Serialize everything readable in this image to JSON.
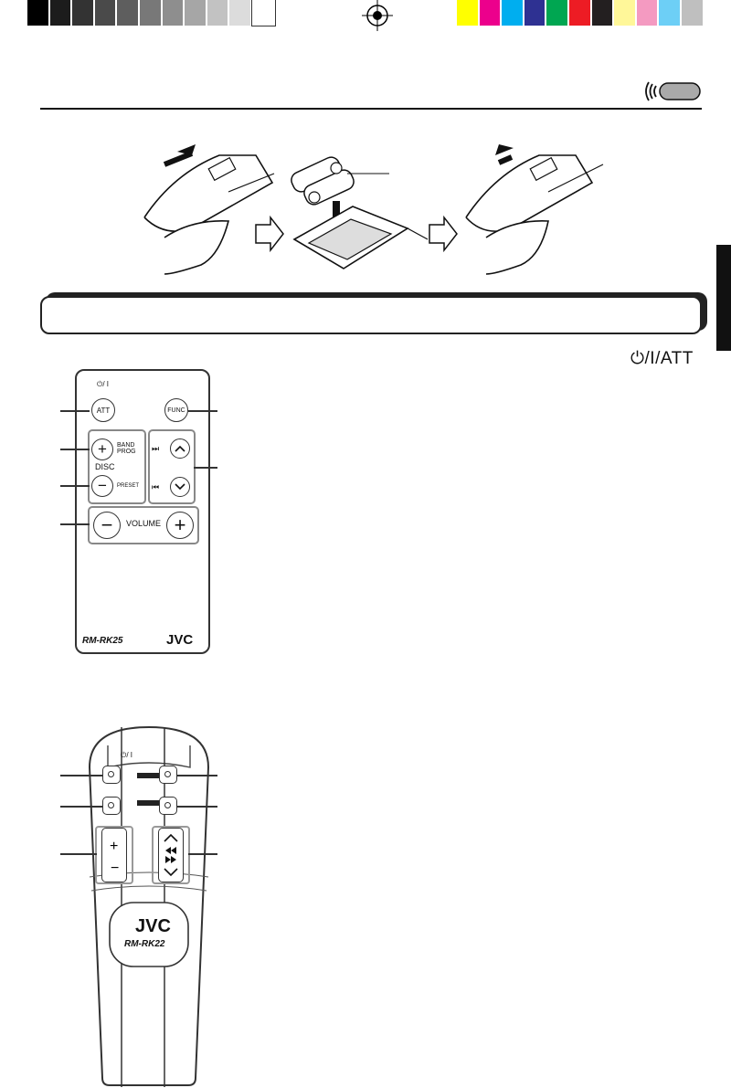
{
  "color_bar": {
    "grays": [
      "#000000",
      "#1c1c1c",
      "#333333",
      "#4a4a4a",
      "#5e5e5e",
      "#787878",
      "#8e8e8e",
      "#a6a6a6",
      "#c2c2c2",
      "#dcdcdc",
      "#ffffff"
    ],
    "colors": [
      "#ffff00",
      "#ec008c",
      "#00aeef",
      "#2e3192",
      "#00a651",
      "#ed1c24",
      "#231f20",
      "#fff799",
      "#f49ac1",
      "#6dcff6",
      "#bfbfbf"
    ]
  },
  "header": {
    "att_label": "⏻/I/ATT"
  },
  "remote1": {
    "power_label": "⏻/ I",
    "att_button": "ATT",
    "func_button": "FUNC",
    "band_prog_label_1": "BAND",
    "band_prog_label_2": "PROG",
    "disc_label": "DISC",
    "preset_label": "PRESET",
    "volume_label": "VOLUME",
    "next_icon": "⏭",
    "prev_icon": "⏮",
    "model": "RM-RK25",
    "brand": "JVC"
  },
  "remote2": {
    "power_label": "⏻/ I",
    "brand": "JVC",
    "model": "RM-RK22"
  }
}
